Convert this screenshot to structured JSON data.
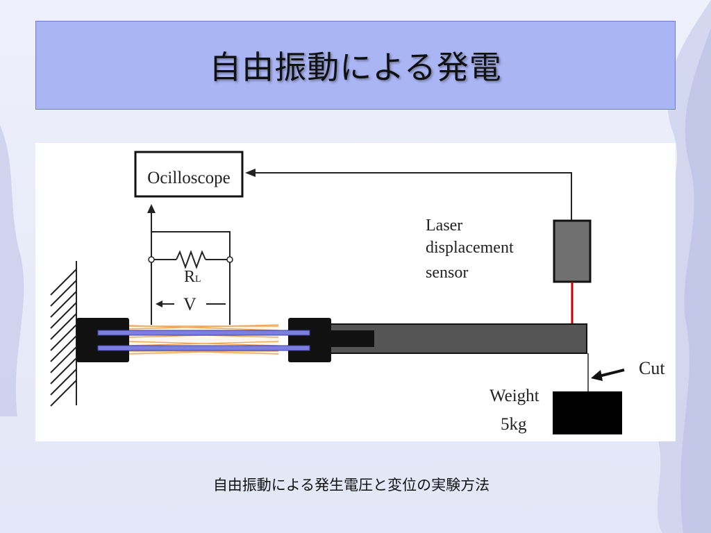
{
  "slide": {
    "title": "自由振動による発電",
    "caption": "自由振動による発生電圧と変位の実験方法"
  },
  "diagram": {
    "oscilloscope_label": "Ocilloscope",
    "resistor_label_main": "R",
    "resistor_label_sub": "L",
    "voltage_label": "V",
    "laser_label_lines": [
      "Laser",
      "displacement",
      "sensor"
    ],
    "cut_label": "Cut",
    "weight_label": "Weight",
    "weight_value": "5kg"
  },
  "colors": {
    "title_bg": "#aab5f4",
    "coil": "#f0a55a",
    "rod": "#7b7fe0",
    "beam": "#555555",
    "laser": "#cc0000"
  }
}
